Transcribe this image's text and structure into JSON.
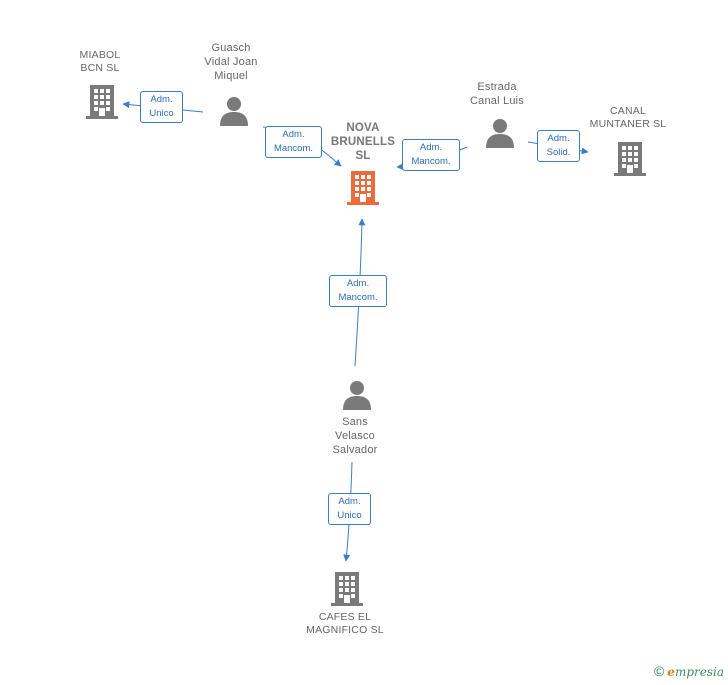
{
  "colors": {
    "person": "#7a7a7a",
    "company": "#7a7a7a",
    "focus_company": "#ec6b3c",
    "edge": "#3a7ecb"
  },
  "nodes": {
    "miabol": {
      "label": "MIABOL\nBCN  SL",
      "icon": "building-icon"
    },
    "guasch": {
      "label": "Guasch\nVidal Joan\nMiquel",
      "icon": "person-icon"
    },
    "nova": {
      "label": "NOVA\nBRUNELLS\nSL",
      "icon": "building-icon"
    },
    "estrada": {
      "label": "Estrada\nCanal Luis",
      "icon": "person-icon"
    },
    "canal": {
      "label": "CANAL\nMUNTANER SL",
      "icon": "building-icon"
    },
    "sans": {
      "label": "Sans\nVelasco\nSalvador",
      "icon": "person-icon"
    },
    "cafes": {
      "label": "CAFES EL\nMAGNIFICO SL",
      "icon": "building-icon"
    }
  },
  "edges": {
    "guasch_miabol": "Adm.\nUnico",
    "guasch_nova": "Adm.\nMancom.",
    "estrada_nova": "Adm.\nMancom.",
    "estrada_canal": "Adm.\nSolid.",
    "sans_nova": "Adm.\nMancom.",
    "sans_cafes": "Adm.\nUnico"
  },
  "footer": {
    "copyright": "©",
    "brand_initial": "e",
    "brand_rest": "mpresia"
  }
}
